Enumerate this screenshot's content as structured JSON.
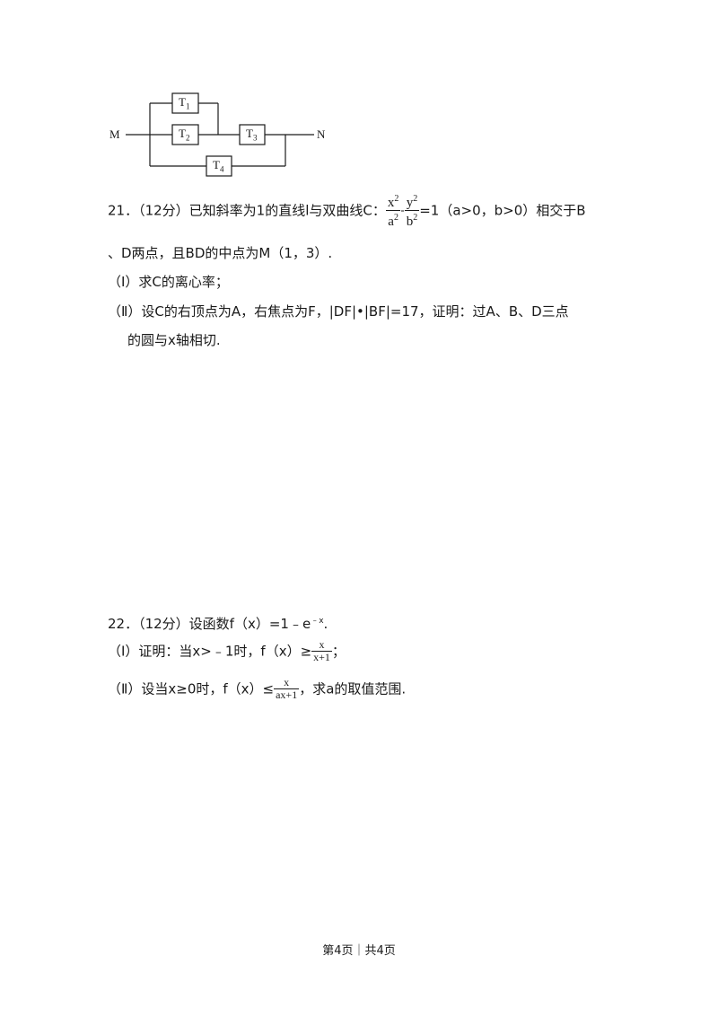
{
  "circuit": {
    "left_node": "M",
    "right_node": "N",
    "switches": [
      {
        "id": "T1",
        "main": "T",
        "sub": "1"
      },
      {
        "id": "T2",
        "main": "T",
        "sub": "2"
      },
      {
        "id": "T3",
        "main": "T",
        "sub": "3"
      },
      {
        "id": "T4",
        "main": "T",
        "sub": "4"
      }
    ]
  },
  "q21": {
    "head": "21．（12分）已知斜率为1的直线l与双曲线C：",
    "frac1_num": "x",
    "frac1_den": "a",
    "frac_exp": "2",
    "minus": "-",
    "frac2_num": "y",
    "frac2_den": "b",
    "tail": "=1（a>0，b>0）相交于B",
    "line2": "、D两点，且BD的中点为M（1，3）.",
    "part1": "（Ⅰ）求C的离心率；",
    "part2_line1": "（Ⅱ）设C的右顶点为A，右焦点为F，|DF|•|BF|=17，证明：过A、B、D三点",
    "part2_line2": "的圆与x轴相切."
  },
  "q22": {
    "head": "22．（12分）设函数f（x）=1﹣e",
    "head_exp": "﹣x",
    "head_end": ".",
    "part1_pre": "（Ⅰ）证明：当x>﹣1时，f（x）≥",
    "part1_num": "x",
    "part1_den": "x+1",
    "part1_post": "；",
    "part2_pre": "（Ⅱ）设当x≥0时，f（x）≤",
    "part2_num": "x",
    "part2_den": "ax+1",
    "part2_post": "，求a的取值范围."
  },
  "footer": {
    "text": "第4页｜共4页"
  }
}
